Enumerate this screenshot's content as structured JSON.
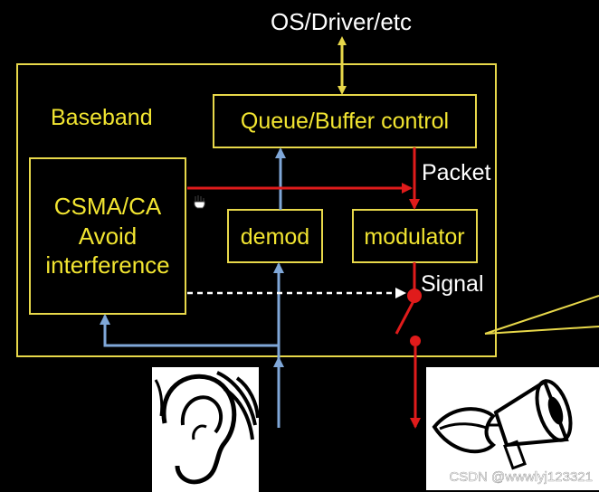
{
  "top_label": "OS/Driver/etc",
  "blocks": {
    "baseband": "Baseband",
    "queue": "Queue/Buffer control",
    "csma_line1": "CSMA/CA",
    "csma_line2": "Avoid",
    "csma_line3": "interference",
    "demod": "demod",
    "modulator": "modulator"
  },
  "edge_labels": {
    "packet": "Packet",
    "signal": "Signal"
  },
  "watermark": "CSDN @wwwlyj123321",
  "colors": {
    "background": "#000000",
    "block_border": "#e8d84a",
    "block_text": "#f2e531",
    "red_path": "#e01b1b",
    "blue_path": "#7fa7d8",
    "white": "#ffffff"
  },
  "icons": [
    "ear-icon",
    "mouth-megaphone-icon",
    "hand-cursor-icon"
  ]
}
